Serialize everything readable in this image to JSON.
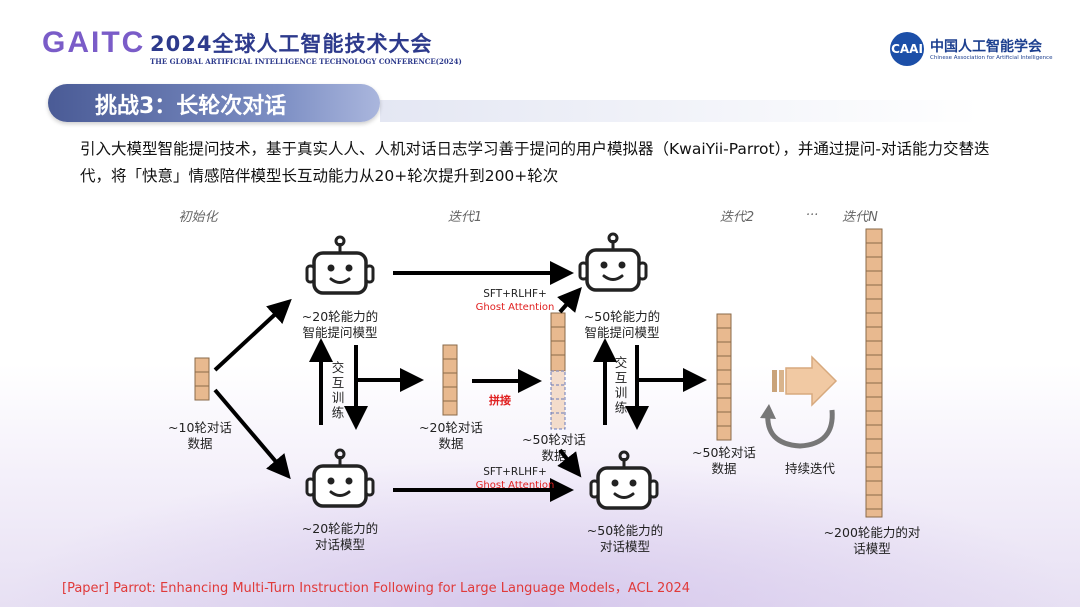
{
  "header": {
    "logo": "GAITC",
    "title": "2024全球人工智能技术大会",
    "subtitle": "THE GLOBAL ARTIFICIAL INTELLIGENCE TECHNOLOGY CONFERENCE(2024)",
    "org_logo": "CAAI",
    "org_name": "中国人工智能学会",
    "org_name_en": "Chinese Association for Artificial Intelligence"
  },
  "banner": "挑战3：长轮次对话",
  "description": "引入大模型智能提问技术，基于真实人人、人机对话日志学习善于提问的用户模拟器（KwaiYii-Parrot），并通过提问-对话能力交替迭代，将「快意」情感陪伴模型长互动能力从20+轮次提升到200+轮次",
  "diagram": {
    "stage_labels": {
      "init": "初始化",
      "iter1": "迭代1",
      "iter2": "迭代2",
      "dots": "···",
      "iterN": "迭代N"
    },
    "init_data": [
      "~10轮对话",
      "数据"
    ],
    "ask_model_1": [
      "~20轮能力的",
      "智能提问模型"
    ],
    "dialog_model_1": [
      "~20轮能力的",
      "对话模型"
    ],
    "interact_1": [
      "交",
      "互",
      "训",
      "练"
    ],
    "data_1": [
      "~20轮对话",
      "数据"
    ],
    "concat": "拼接",
    "data_concat": [
      "~50轮对话",
      "数据"
    ],
    "sft_top": "SFT+RLHF+",
    "ghost_top": "Ghost Attention",
    "sft_bottom": "SFT+RLHF+",
    "ghost_bottom": "Ghost Attention",
    "ask_model_2": [
      "~50轮能力的",
      "智能提问模型"
    ],
    "dialog_model_2": [
      "~50轮能力的",
      "对话模型"
    ],
    "interact_2": [
      "交",
      "互",
      "训",
      "练"
    ],
    "data_2": [
      "~50轮对话",
      "数据"
    ],
    "continue": "持续迭代",
    "final_model": [
      "~200轮能力的对",
      "话模型"
    ]
  },
  "citation": "[Paper] Parrot: Enhancing Multi-Turn Instruction Following for Large Language Models，ACL 2024",
  "colors": {
    "data_block": "#e8b98f",
    "arrow": "#000000",
    "red": "#e02020",
    "banner": "#4a5b96"
  }
}
